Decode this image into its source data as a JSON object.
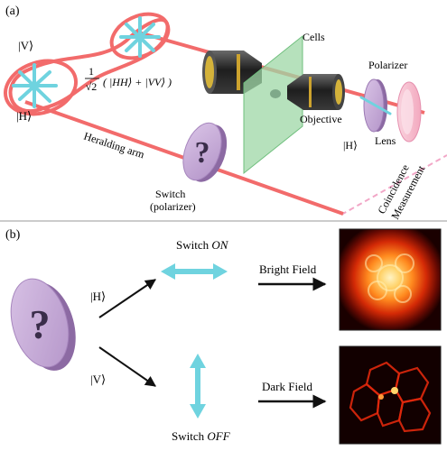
{
  "panel_a": {
    "label": "(a)",
    "ket_v": "|V⟩",
    "ket_h": "|H⟩",
    "state_frac_num": "1",
    "state_frac_den": "√2",
    "state_expr": "( |HH⟩ + |VV⟩ )",
    "cells_label": "Cells",
    "objective_label": "Objective",
    "polarizer_label": "Polarizer",
    "heralding_label": "Heralding arm",
    "switch_label_1": "Switch",
    "switch_label_2": "(polarizer)",
    "question_mark": "?",
    "ket_h_lens": "|H⟩",
    "lens_label": "Lens",
    "coincidence_label_1": "Coincidence",
    "coincidence_label_2": "Measurement"
  },
  "panel_b": {
    "label": "(b)",
    "switch_on": "Switch ",
    "switch_on_em": "ON",
    "switch_off": "Switch ",
    "switch_off_em": "OFF",
    "ket_h": "|H⟩",
    "ket_v": "|V⟩",
    "question_mark": "?",
    "bright_field": "Bright Field",
    "dark_field": "Dark Field"
  },
  "colors": {
    "beam": "#f26b6b",
    "arrow": "#6fd3df",
    "disk": "#c9a7d9",
    "disk_edge": "#8c6aa3",
    "cell_glass": "#9ed7a6",
    "pink_dash": "#f2a7c7"
  }
}
